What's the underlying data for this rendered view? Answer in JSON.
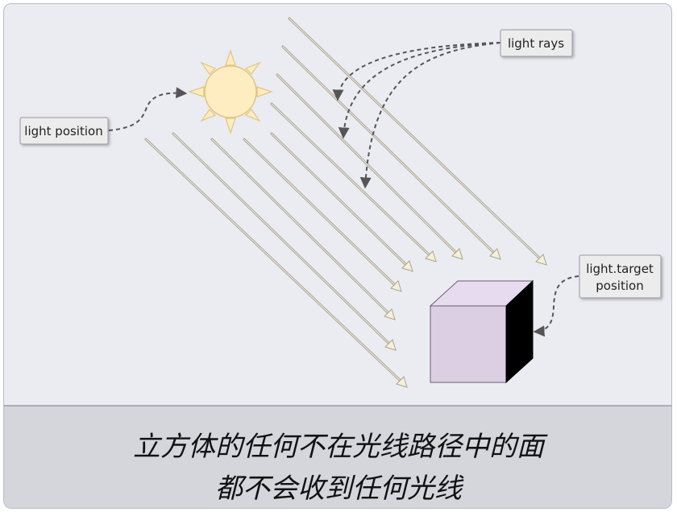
{
  "labels": {
    "light_position": "light position",
    "light_rays": "light rays",
    "target_line1": "light.target",
    "target_line2": "position"
  },
  "caption": {
    "line1": "立方体的任何不在光线路径中的面",
    "line2": "都不会收到任何光线"
  },
  "colors": {
    "background": "#ebecf2",
    "caption_bar": "#d4d6dc",
    "sun_fill": "#fdedc0",
    "sun_stroke": "#e2c481",
    "cube_front": "#dccfe4",
    "cube_top": "#e7dbef",
    "cube_side": "#000000",
    "ray": "#a9a492",
    "arrow_dash": "#555555"
  },
  "icons": {
    "sun": "sun-icon",
    "cube": "cube-shape"
  }
}
